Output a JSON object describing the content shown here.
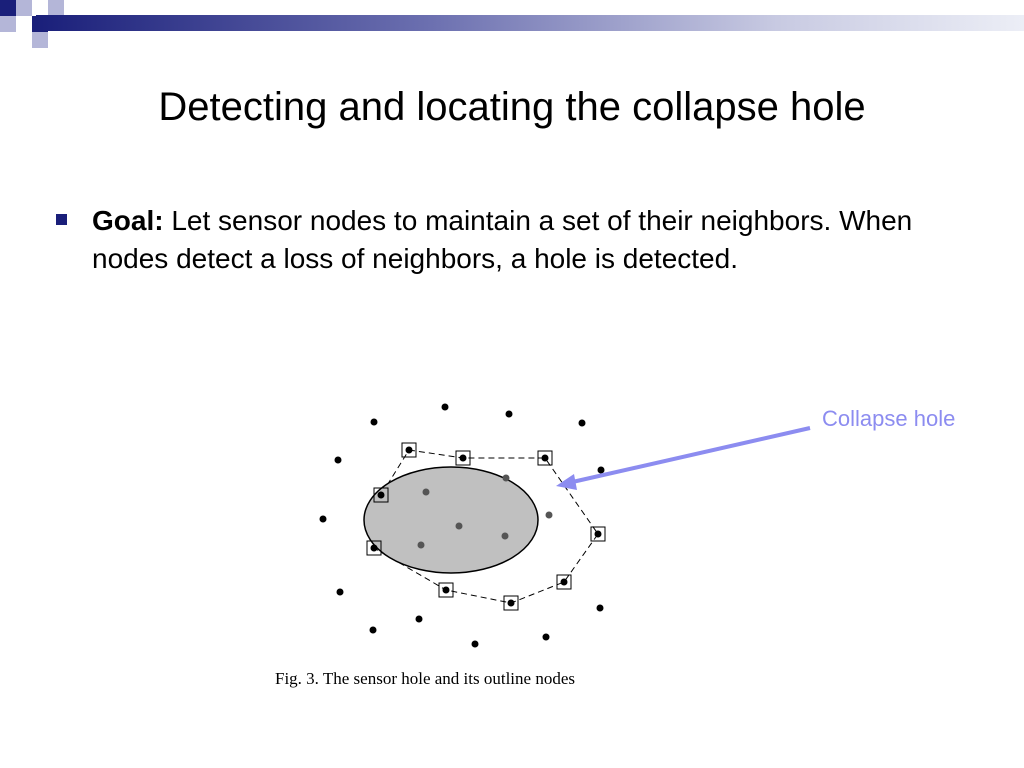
{
  "slide": {
    "title": "Detecting and locating the collapse hole",
    "bullet": {
      "label": "Goal:",
      "text": " Let sensor nodes to maintain a set of their neighbors. When nodes detect a loss of neighbors, a hole is detected."
    },
    "figure": {
      "caption": "Fig. 3. The sensor hole and its outline nodes"
    },
    "annotation": {
      "label": "Collapse hole"
    }
  },
  "colors": {
    "accent": "#1a1f7a",
    "annotation": "#8c8cf0",
    "hole_fill": "#c0c0c0"
  }
}
